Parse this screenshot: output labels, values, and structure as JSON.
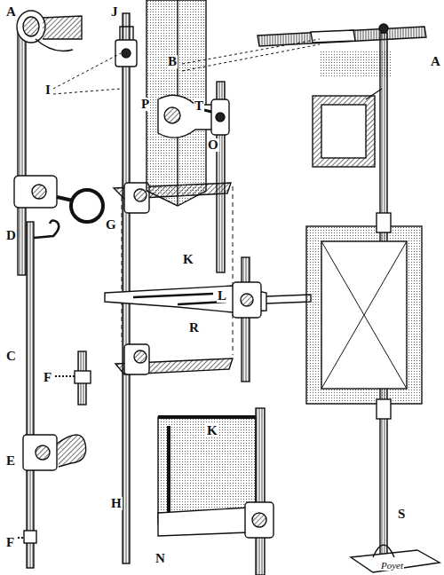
{
  "diagram": {
    "labels": [
      "A",
      "J",
      "B",
      "A",
      "I",
      "P",
      "T",
      "O",
      "G",
      "K",
      "L",
      "R",
      "D",
      "C",
      "F",
      "E",
      "F",
      "K",
      "H",
      "N",
      "S",
      "Poyet"
    ]
  }
}
